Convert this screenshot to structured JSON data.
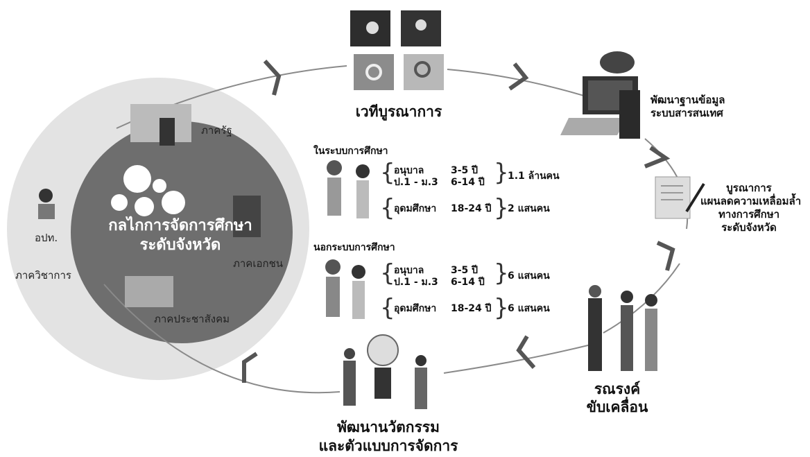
{
  "center": {
    "line1": "กลไกการจัดการศึกษา",
    "line2": "ระดับจังหวัด"
  },
  "stakeholders": {
    "state": "ภาครัฐ",
    "private": "ภาคเอกชน",
    "civil": "ภาคประชาสังคม",
    "academic": "ภาควิชาการ",
    "local": "อปท."
  },
  "cycle": {
    "integration_forum": "เวทีบูรณาการ",
    "database": {
      "line1": "พัฒนาฐานข้อมูล",
      "line2": "ระบบสารสนเทศ"
    },
    "plan": {
      "line1": "บูรณาการ",
      "line2": "แผนลดความเหลื่อมล้ำ",
      "line3": "ทางการศึกษา",
      "line4": "ระดับจังหวัด"
    },
    "campaign": {
      "line1": "รณรงค์",
      "line2": "ขับเคลื่อน"
    },
    "innovation": {
      "line1": "พัฒนานวัตกรรม",
      "line2": "และตัวแบบการจัดการ"
    }
  },
  "in_school": {
    "heading": "ในระบบการศึกษา",
    "early": {
      "label1": "อนุบาล",
      "age1": "3-5 ปี",
      "label2": "ป.1 - ม.3",
      "age2": "6-14 ปี",
      "total": "1.1 ล้านคน"
    },
    "higher": {
      "label": "อุดมศึกษา",
      "age": "18-24 ปี",
      "total": "2 แสนคน"
    }
  },
  "out_school": {
    "heading": "นอกระบบการศึกษา",
    "early": {
      "label1": "อนุบาล",
      "age1": "3-5 ปี",
      "label2": "ป.1 - ม.3",
      "age2": "6-14 ปี",
      "total": "6 แสนคน"
    },
    "higher": {
      "label": "อุดมศึกษา",
      "age": "18-24 ปี",
      "total": "6 แสนคน"
    }
  }
}
